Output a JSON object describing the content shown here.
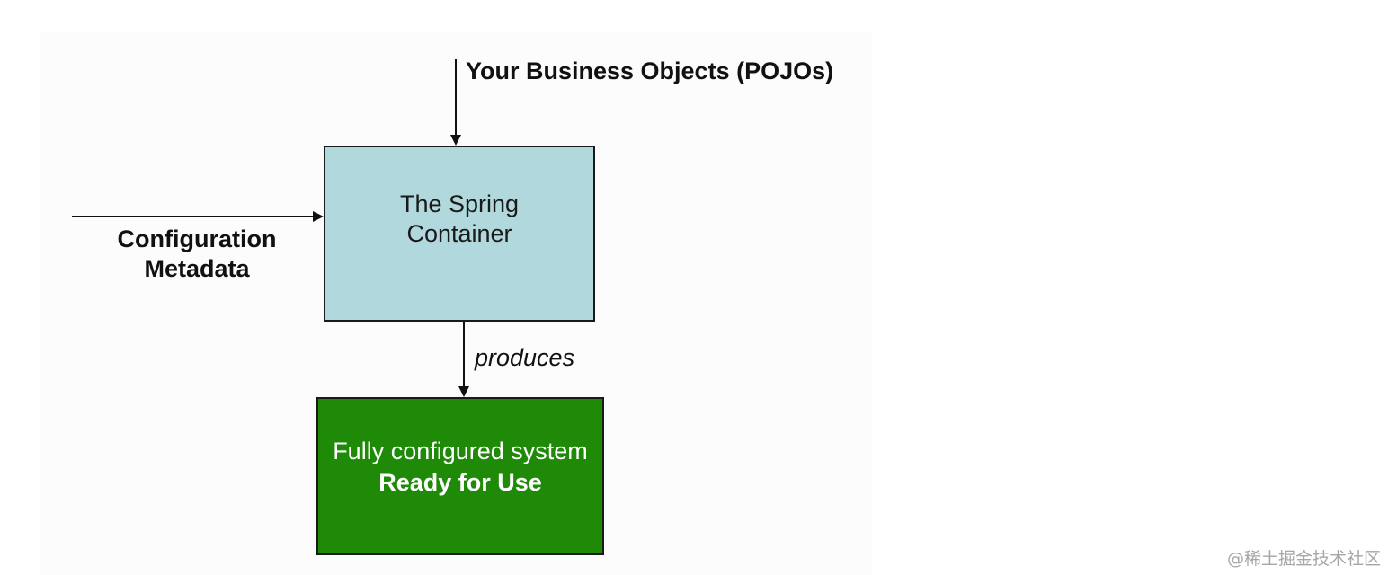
{
  "diagram": {
    "inputs": {
      "business_objects": "Your Business Objects (POJOs)",
      "configuration_metadata": [
        "Configuration",
        "Metadata"
      ]
    },
    "container": {
      "lines": [
        "The Spring",
        "Container"
      ],
      "fill_color": "#b0d8dd"
    },
    "edge_label": "produces",
    "output": {
      "line1": "Fully configured system",
      "line2": "Ready for Use",
      "fill_color": "#1e8a08",
      "text_color": "#ffffff"
    }
  },
  "watermark": "@稀土掘金技术社区"
}
